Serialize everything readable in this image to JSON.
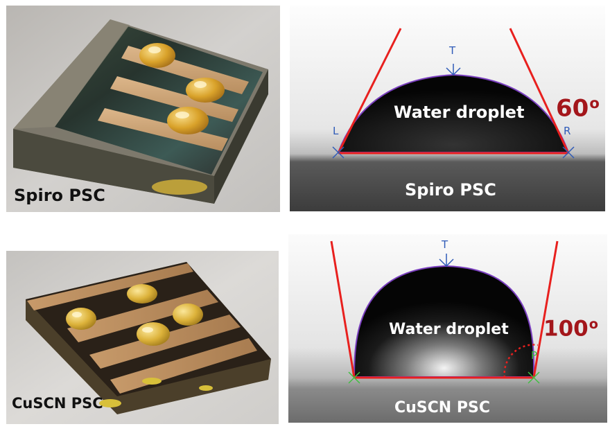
{
  "panels": {
    "spiro_photo": {
      "label": "Spiro PSC"
    },
    "spiro_contact": {
      "droplet_label": "Water droplet",
      "device_label": "Spiro PSC",
      "angle_value": "60",
      "angle_unit": "o",
      "marker_top": "T",
      "marker_left": "L",
      "marker_right": "R"
    },
    "cuscn_photo": {
      "label": "CuSCN PSC"
    },
    "cuscn_contact": {
      "droplet_label": "Water droplet",
      "device_label": "CuSCN PSC",
      "angle_value": "100",
      "angle_unit": "o",
      "marker_top": "T",
      "marker_right": "P"
    }
  },
  "colors": {
    "tangent_line": "#e8201e",
    "angle_text": "#a3161b",
    "droplet_outline": "#7a3fbf",
    "marker_blue": "#2f5bb8",
    "marker_green": "#3fbf3f",
    "gold_electrode": "#c9a070",
    "yellow_droplet": "#d9a72a"
  }
}
